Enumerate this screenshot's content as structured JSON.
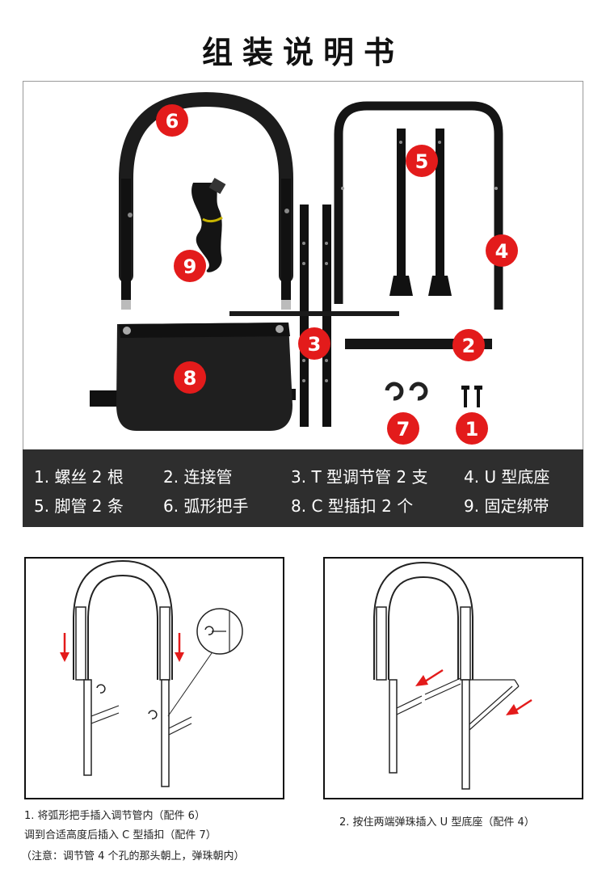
{
  "title": "组装说明书",
  "badges": {
    "b1": "1",
    "b2": "2",
    "b3": "3",
    "b4": "4",
    "b5": "5",
    "b6": "6",
    "b7": "7",
    "b8": "8",
    "b9": "9"
  },
  "legend": {
    "row1": [
      "1. 螺丝 2 根",
      "2. 连接管",
      "3. T 型调节管 2 支",
      "4. U 型底座"
    ],
    "row2": [
      "5. 脚管 2 条",
      "6. 弧形把手",
      "8. C 型插扣 2 个",
      "9. 固定绑带"
    ]
  },
  "step1": {
    "line1": "1. 将弧形把手插入调节管内（配件 6）",
    "line2": "调到合适高度后插入 C 型插扣（配件 7）",
    "line3": "（注意：调节管 4 个孔的那头朝上，弹珠朝内）"
  },
  "step2": {
    "line1": "2. 按住两端弹珠插入 U 型底座（配件 4）"
  },
  "colors": {
    "badge": "#e31b1b",
    "legend_bg": "#2e2e2e",
    "arrow": "#e31b1b"
  }
}
